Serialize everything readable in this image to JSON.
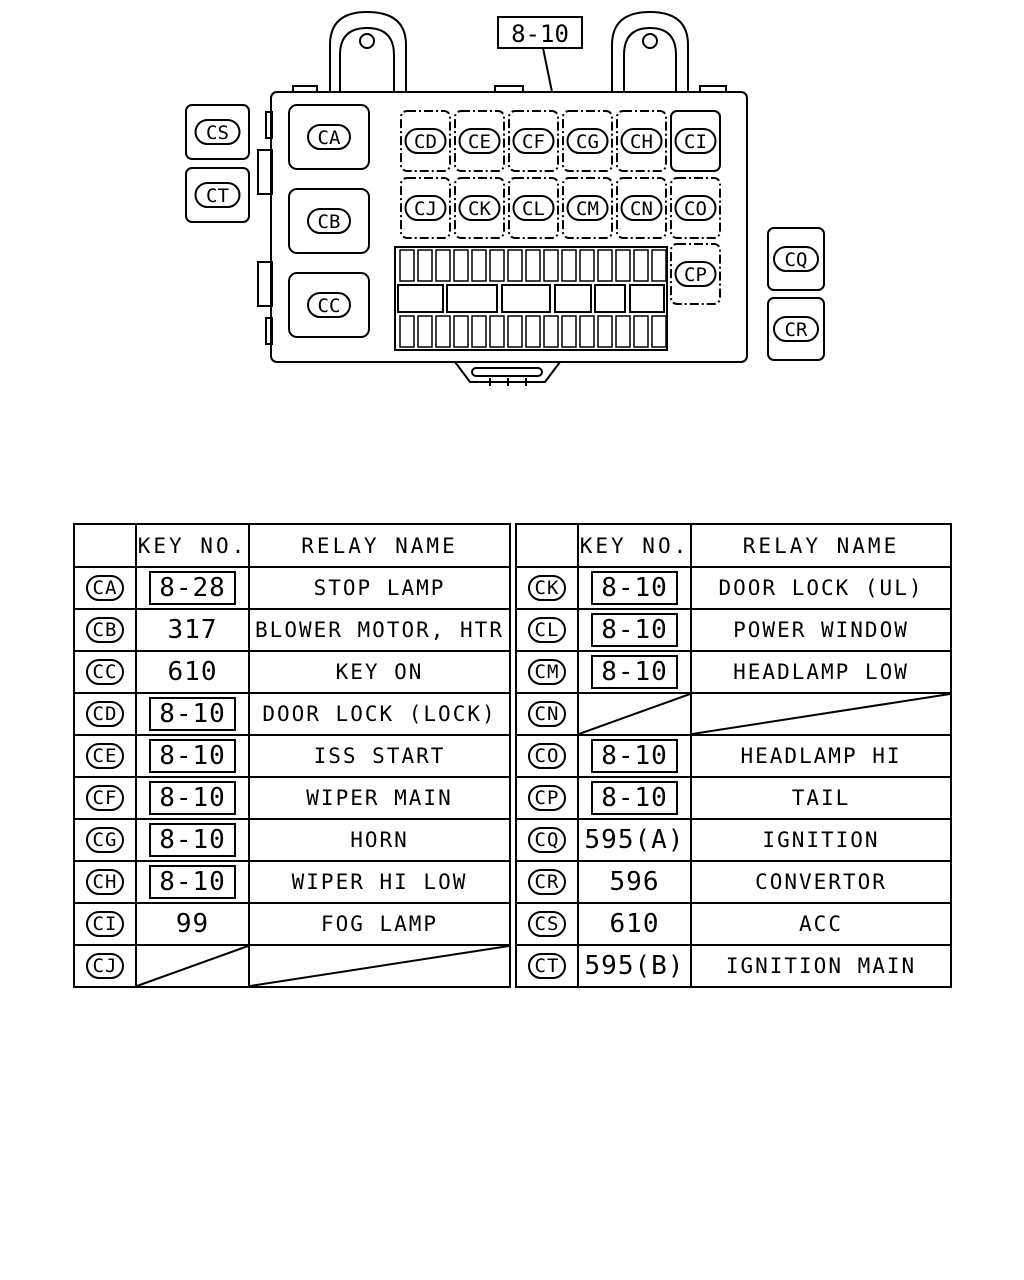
{
  "diagram": {
    "callout": "8-10",
    "box_labels": {
      "CA": "CA",
      "CB": "CB",
      "CC": "CC",
      "CD": "CD",
      "CE": "CE",
      "CF": "CF",
      "CG": "CG",
      "CH": "CH",
      "CI": "CI",
      "CJ": "CJ",
      "CK": "CK",
      "CL": "CL",
      "CM": "CM",
      "CN": "CN",
      "CO": "CO",
      "CP": "CP",
      "CQ": "CQ",
      "CR": "CR",
      "CS": "CS",
      "CT": "CT"
    }
  },
  "table": {
    "header": {
      "key_no": "KEY NO.",
      "relay_name": "RELAY NAME"
    },
    "left_rows": [
      {
        "code": "CA",
        "key": "8-28",
        "boxed": true,
        "name": "STOP LAMP"
      },
      {
        "code": "CB",
        "key": "317",
        "boxed": false,
        "name": "BLOWER MOTOR, HTR"
      },
      {
        "code": "CC",
        "key": "610",
        "boxed": false,
        "name": "KEY ON"
      },
      {
        "code": "CD",
        "key": "8-10",
        "boxed": true,
        "name": "DOOR LOCK (LOCK)"
      },
      {
        "code": "CE",
        "key": "8-10",
        "boxed": true,
        "name": "ISS START"
      },
      {
        "code": "CF",
        "key": "8-10",
        "boxed": true,
        "name": "WIPER MAIN"
      },
      {
        "code": "CG",
        "key": "8-10",
        "boxed": true,
        "name": "HORN"
      },
      {
        "code": "CH",
        "key": "8-10",
        "boxed": true,
        "name": "WIPER HI LOW"
      },
      {
        "code": "CI",
        "key": "99",
        "boxed": false,
        "name": "FOG LAMP"
      },
      {
        "code": "CJ",
        "key": null,
        "boxed": false,
        "name": null
      }
    ],
    "right_rows": [
      {
        "code": "CK",
        "key": "8-10",
        "boxed": true,
        "name": "DOOR LOCK (UL)"
      },
      {
        "code": "CL",
        "key": "8-10",
        "boxed": true,
        "name": "POWER WINDOW"
      },
      {
        "code": "CM",
        "key": "8-10",
        "boxed": true,
        "name": "HEADLAMP LOW"
      },
      {
        "code": "CN",
        "key": null,
        "boxed": false,
        "name": null
      },
      {
        "code": "CO",
        "key": "8-10",
        "boxed": true,
        "name": "HEADLAMP HI"
      },
      {
        "code": "CP",
        "key": "8-10",
        "boxed": true,
        "name": "TAIL"
      },
      {
        "code": "CQ",
        "key": "595(A)",
        "boxed": false,
        "name": "IGNITION"
      },
      {
        "code": "CR",
        "key": "596",
        "boxed": false,
        "name": "CONVERTOR"
      },
      {
        "code": "CS",
        "key": "610",
        "boxed": false,
        "name": "ACC"
      },
      {
        "code": "CT",
        "key": "595(B)",
        "boxed": false,
        "name": "IGNITION MAIN"
      }
    ]
  }
}
